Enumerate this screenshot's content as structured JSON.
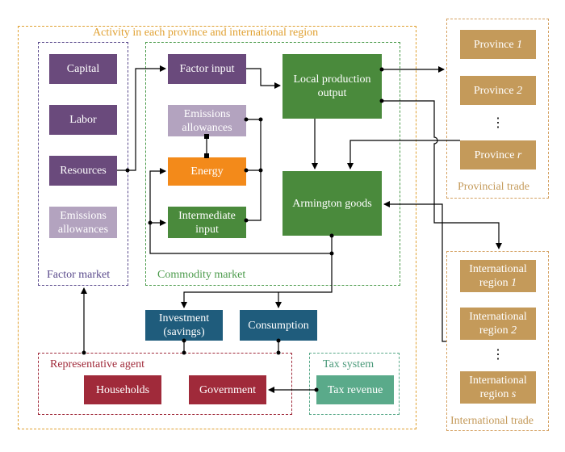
{
  "colors": {
    "purple": "#6a4a7c",
    "lilac": "#b3a3bf",
    "green": "#4a8a3c",
    "orange": "#f38a1a",
    "blue": "#1f5c7c",
    "red": "#a02a3a",
    "teal": "#5aaa8a",
    "tan": "#c49a5a",
    "outer_border": "#e0a030",
    "factor_border": "#5a4a8c",
    "commodity_border": "#4a9a4a",
    "agent_border": "#a02a3a",
    "tax_border": "#5aaa8a",
    "trade_border": "#d4a060"
  },
  "regions": {
    "outer": "Activity in each province and international region",
    "factor_market": "Factor market",
    "commodity_market": "Commodity market",
    "representative_agent": "Representative agent",
    "tax_system": "Tax system",
    "provincial_trade": "Provincial trade",
    "international_trade": "International trade"
  },
  "factor_market": {
    "capital": "Capital",
    "labor": "Labor",
    "resources": "Resources",
    "emissions": "Emissions\nallowances"
  },
  "commodity_market": {
    "factor_input": "Factor input",
    "emissions": "Emissions\nallowances",
    "energy": "Energy",
    "intermediate": "Intermediate\ninput",
    "local_output": "Local production\noutput",
    "armington": "Armington goods"
  },
  "final_demand": {
    "investment": "Investment\n(savings)",
    "consumption": "Consumption"
  },
  "agent": {
    "households": "Households",
    "government": "Government"
  },
  "tax": {
    "revenue": "Tax revenue"
  },
  "provinces": {
    "p1_name": "Province",
    "p1_index": "1",
    "p2_name": "Province",
    "p2_index": "2",
    "pr_name": "Province",
    "pr_index": "r",
    "ellipsis": "⋮"
  },
  "international": {
    "r1_name": "International\nregion",
    "r1_index": "1",
    "r2_name": "International\nregion",
    "r2_index": "2",
    "rs_name": "International\nregion",
    "rs_index": "s",
    "ellipsis": "⋮"
  }
}
